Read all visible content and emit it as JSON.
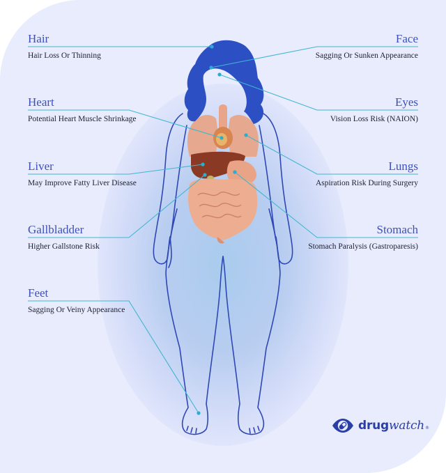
{
  "colors": {
    "panel_bg": "#e9ecfd",
    "title": "#3d51b8",
    "text": "#1b1f2e",
    "leader_line": "#3fb6d0",
    "body_outline": "#2f47b5",
    "hair": "#2c4fc4"
  },
  "callouts": {
    "hair": {
      "title": "Hair",
      "desc": "Hair Loss Or Thinning"
    },
    "heart": {
      "title": "Heart",
      "desc": "Potential Heart Muscle Shrinkage"
    },
    "liver": {
      "title": "Liver",
      "desc": "May Improve Fatty Liver Disease"
    },
    "gallbladder": {
      "title": "Gallbladder",
      "desc": "Higher Gallstone Risk"
    },
    "feet": {
      "title": "Feet",
      "desc": "Sagging Or Veiny Appearance"
    },
    "face": {
      "title": "Face",
      "desc": "Sagging Or Sunken Appearance"
    },
    "eyes": {
      "title": "Eyes",
      "desc": "Vision Loss Risk (NAION)"
    },
    "lungs": {
      "title": "Lungs",
      "desc": "Aspiration Risk During Surgery"
    },
    "stomach": {
      "title": "Stomach",
      "desc": "Stomach Paralysis (Gastroparesis)"
    }
  },
  "logo": {
    "icon": "eye-pill-icon",
    "brand_bold": "drug",
    "brand_light": "watch",
    "mark": "®"
  }
}
